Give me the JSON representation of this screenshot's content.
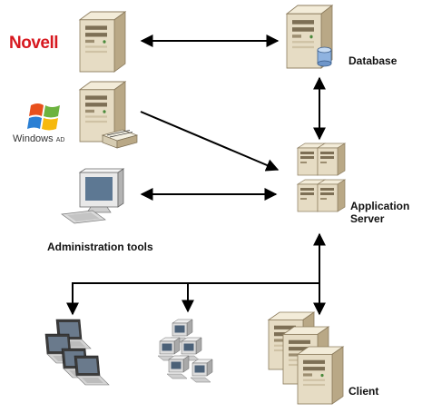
{
  "labels": {
    "novell": "Novell",
    "windows": "Windows",
    "windows_suffix": "AD",
    "database": "Database",
    "app_server_line1": "Application",
    "app_server_line2": "Server",
    "admin_tools": "Administration tools",
    "client": "Client"
  },
  "colors": {
    "server_body": "#e6dcc4",
    "server_shade": "#b9a886",
    "server_dark": "#7d6f55",
    "novell_red": "#d71920",
    "db_cylinder": "#8fb3e0",
    "arrow": "#000000"
  },
  "icons": [
    "novell-logo",
    "windows-logo",
    "server-icon",
    "database-icon",
    "workstation-icon",
    "laptop-icon",
    "network-pcs-icon"
  ]
}
